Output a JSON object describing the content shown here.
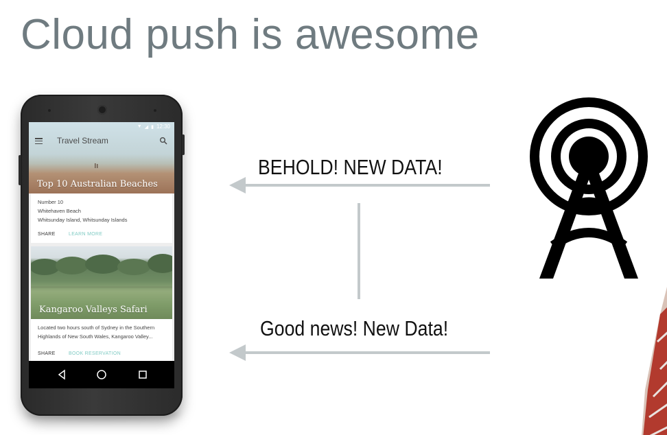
{
  "slide": {
    "title": "Cloud push is awesome"
  },
  "phone": {
    "status_time": "12:30",
    "app_title": "Travel Stream",
    "cards": [
      {
        "title": "Top 10 Australian Beaches",
        "lines": [
          "Number 10",
          "Whitehaven Beach",
          "Whitsunday Island, Whitsunday Islands"
        ],
        "action_primary": "SHARE",
        "action_secondary": "LEARN MORE"
      },
      {
        "title": "Kangaroo Valleys Safari",
        "lines": [
          "Located two hours south of Sydney in the Southern",
          "Highlands of New South Wales, Kangaroo Valley..."
        ],
        "action_primary": "SHARE",
        "action_secondary": "BOOK RESERVATION"
      }
    ]
  },
  "messages": {
    "top": "BEHOLD! NEW DATA!",
    "bottom": "Good news! New Data!"
  },
  "icons": {
    "tower": "broadcast-tower-icon",
    "arrow": "arrow-left-icon"
  },
  "colors": {
    "title": "#6f7b80",
    "arrow": "#c3c9cb",
    "accent": "#80cbc4",
    "message": "#111111"
  }
}
